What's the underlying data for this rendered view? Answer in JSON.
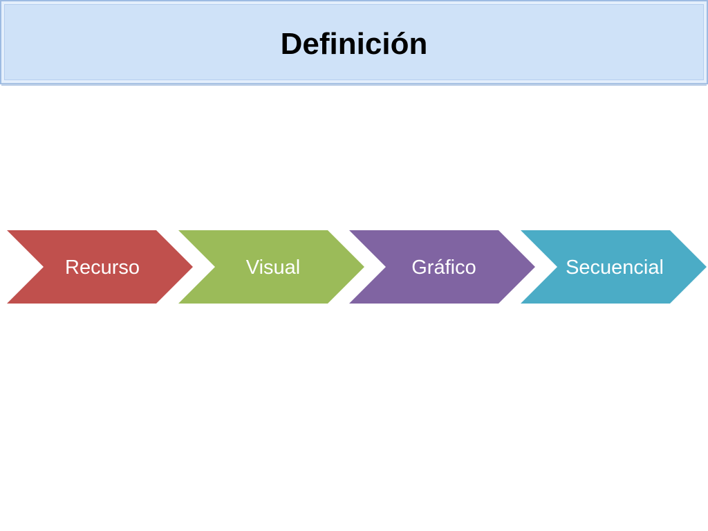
{
  "slide": {
    "title": "Definición"
  },
  "process": {
    "steps": [
      {
        "label": "Recurso",
        "color": "#c0504d"
      },
      {
        "label": "Visual",
        "color": "#9bbb59"
      },
      {
        "label": "Gráfico",
        "color": "#8064a2"
      },
      {
        "label": "Secuencial",
        "color": "#4bacc6"
      }
    ]
  },
  "colors": {
    "title_bar_fill": "#cfe2f8",
    "title_bar_border": "#9dbbe2"
  }
}
